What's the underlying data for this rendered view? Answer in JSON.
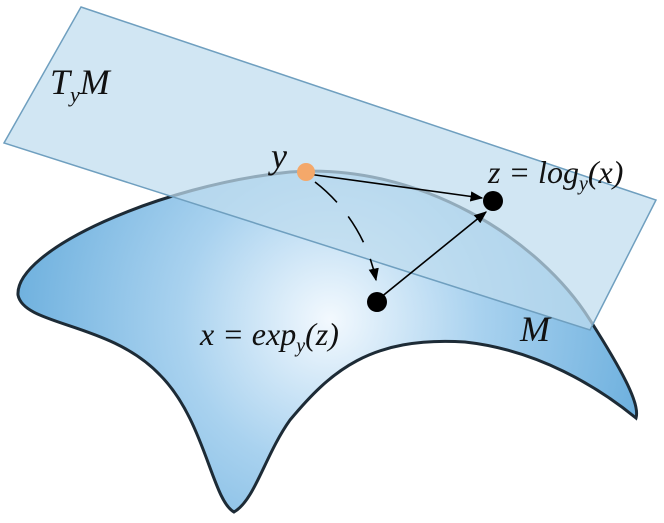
{
  "labels": {
    "tangent_space": {
      "main": "T",
      "sub": "y",
      "tail": "M"
    },
    "manifold": "M",
    "point_y": "y",
    "log_map": {
      "lhs": "z = log",
      "sub": "y",
      "rhs": "(x)"
    },
    "exp_map": {
      "lhs": "x = exp",
      "sub": "y",
      "rhs": "(z)"
    }
  },
  "colors": {
    "tangent_plane_fill": "#bfdcef",
    "tangent_plane_stroke": "#6f9fbf",
    "manifold_light": "#f3f9fe",
    "manifold_mid": "#a9d2ef",
    "manifold_dark": "#6aaedd",
    "manifold_stroke": "#1d2b36",
    "point_y": "#f4a86a",
    "point_dark": "#000000",
    "arrow": "#000000"
  }
}
